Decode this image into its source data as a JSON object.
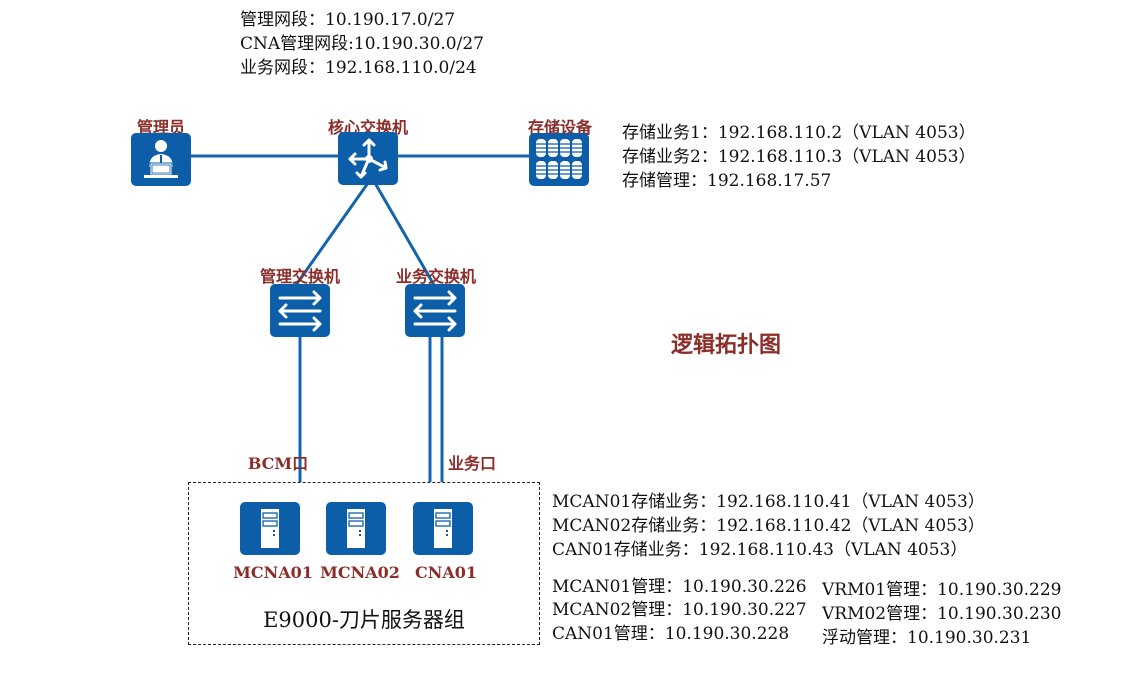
{
  "network_segments": [
    "管理网段：10.190.17.0/27",
    "CNA管理网段:10.190.30.0/27",
    "业务网段：192.168.110.0/24"
  ],
  "devices": {
    "admin": {
      "label": "管理员",
      "icon": "admin-user-icon"
    },
    "core_switch": {
      "label": "核心交换机",
      "icon": "core-router-icon"
    },
    "storage": {
      "label": "存储设备",
      "icon": "storage-array-icon"
    },
    "mgmt_switch": {
      "label": "管理交换机",
      "icon": "switch-icon"
    },
    "service_switch": {
      "label": "业务交换机",
      "icon": "switch-icon"
    }
  },
  "storage_info": [
    "存储业务1：192.168.110.2（VLAN 4053）",
    "存储业务2：192.168.110.3（VLAN 4053）",
    "存储管理：192.168.17.57"
  ],
  "diagram_title": "逻辑拓扑图",
  "ports": {
    "bcm": "BCM口",
    "service": "业务口"
  },
  "server_group": {
    "title": "E9000-刀片服务器组",
    "servers": [
      {
        "label": "MCNA01",
        "icon": "server-icon"
      },
      {
        "label": "MCNA02",
        "icon": "server-icon"
      },
      {
        "label": "CNA01",
        "icon": "server-icon"
      }
    ]
  },
  "server_storage_info": [
    "MCAN01存储业务：192.168.110.41（VLAN 4053）",
    "MCAN02存储业务：192.168.110.42（VLAN 4053）",
    "CAN01存储业务：192.168.110.43（VLAN 4053）"
  ],
  "server_mgmt_info": [
    "MCAN01管理：10.190.30.226",
    "MCAN02管理：10.190.30.227",
    "CAN01管理：10.190.30.228"
  ],
  "vrm_mgmt_info": [
    "VRM01管理：10.190.30.229",
    "VRM02管理：10.190.30.230",
    "浮动管理：10.190.30.231"
  ],
  "colors": {
    "icon_blue": "#0d5ea8",
    "link_blue": "#1264ad",
    "label_red": "#8b2e2a"
  }
}
